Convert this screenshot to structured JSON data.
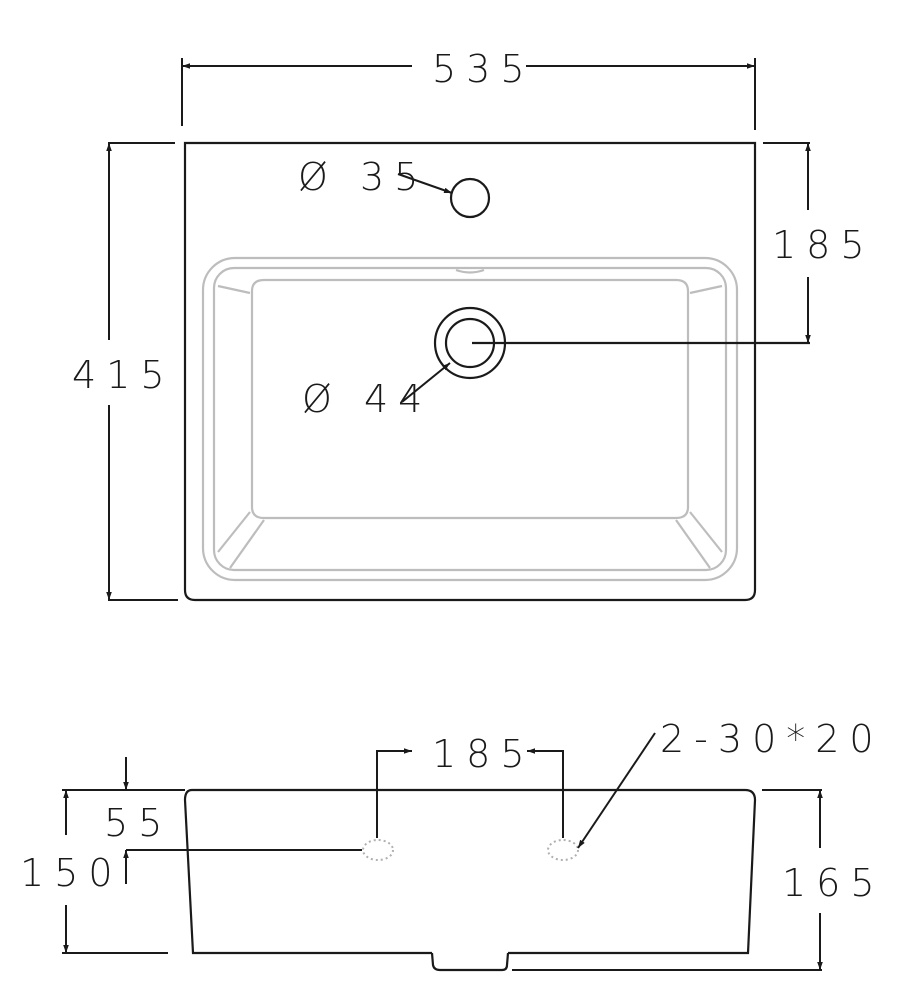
{
  "top_view": {
    "width_dim": "535",
    "depth_dim": "415",
    "tap_hole_offset_dim": "185",
    "tap_hole_label": "Ø 35",
    "drain_label": "Ø 44"
  },
  "side_view": {
    "hole_spacing_dim": "185",
    "overflow_label": "2-30*20",
    "rim_to_hole_dim": "55",
    "left_height_dim": "150",
    "right_height_dim": "165"
  },
  "colors": {
    "line": "#1a1a1a",
    "basin_inner": "#bdbdbd",
    "background": "#ffffff"
  }
}
